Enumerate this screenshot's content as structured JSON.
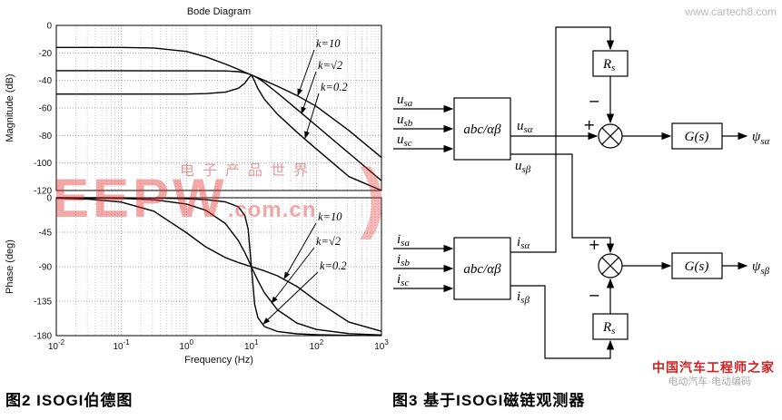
{
  "captions": {
    "fig2": "图2  ISOGI伯德图",
    "fig3": "图3  基于ISOGI磁链观测器"
  },
  "watermarks": {
    "eepw": "EEPW",
    "eepw_suffix": ".com.cn",
    "eepw_cn": "电子产品世界",
    "paren": ")",
    "cartech_url": "www.cartech8.com",
    "cartech_name": "中国汽车工程师之家",
    "cartech_sub": "电动汽车·电动编码",
    "red": "#cf2222",
    "gray": "#ababab"
  },
  "chart_data": {
    "type": "line",
    "title": "Bode Diagram",
    "xlabel": "Frequency (Hz)",
    "x_scale": "log",
    "x_log_exponents": [
      -2,
      -1,
      0,
      1,
      2,
      3
    ],
    "x": [
      -2,
      -1.5,
      -1,
      -0.5,
      0,
      0.3,
      0.6,
      0.8,
      0.9,
      0.95,
      1,
      1.05,
      1.1,
      1.2,
      1.4,
      1.7,
      2,
      2.5,
      3
    ],
    "grid": true,
    "subplots": [
      {
        "ylabel": "Magnitude (dB)",
        "ylim": [
          -120,
          0
        ],
        "yticks": [
          0,
          -20,
          -40,
          -60,
          -80,
          -100,
          -120
        ],
        "series": [
          {
            "name": "k=10",
            "values": [
              -16,
              -16,
              -16,
              -16.4,
              -18.9,
              -22.9,
              -28.1,
              -32,
              -34,
              -35,
              -36,
              -37,
              -38,
              -40,
              -44.2,
              -50.9,
              -58.9,
              -76.4,
              -96
            ]
          },
          {
            "name": "k=√2",
            "values": [
              -32.9,
              -32.9,
              -32.9,
              -33,
              -33,
              -33,
              -33.1,
              -33.6,
              -34.4,
              -35.1,
              -36,
              -37.1,
              -38.4,
              -41.6,
              -49.1,
              -60.9,
              -72.9,
              -92.9,
              -112.9
            ]
          },
          {
            "name": "k=0.2",
            "values": [
              -49.9,
              -49.9,
              -49.9,
              -49.9,
              -49.9,
              -49.6,
              -48.5,
              -45.7,
              -42,
              -38.6,
              -36,
              -40.6,
              -46,
              -53.7,
              -64.5,
              -77.6,
              -89.9,
              -109.9,
              -129.9
            ]
          }
        ]
      },
      {
        "ylabel": "Phase (deg)",
        "ylim": [
          -180,
          0
        ],
        "yticks": [
          0,
          -45,
          -90,
          -135,
          -180
        ],
        "series": [
          {
            "name": "k=10",
            "values": [
              -0.6,
              -1.8,
              -5.7,
              -17.5,
              -45.6,
              -64.3,
              -78.1,
              -84.5,
              -87.3,
              -88.7,
              -90,
              -91.3,
              -92.7,
              -95.4,
              -101.9,
              -115.7,
              -134.7,
              -162.4,
              -174.3
            ]
          },
          {
            "name": "k=√2",
            "values": [
              -0.1,
              -0.3,
              -0.8,
              -2.6,
              -8.2,
              -16.4,
              -33.8,
              -56,
              -71.8,
              -80.7,
              -90,
              -99.3,
              -108.2,
              -124,
              -146.2,
              -163.6,
              -171.9,
              -177.4,
              -179.2
            ]
          },
          {
            "name": "k=0.2",
            "values": [
              0,
              0,
              -0.1,
              -0.4,
              -1.2,
              -2.4,
              -5.4,
              -11.8,
              -23.3,
              -40.9,
              -90,
              -139.1,
              -156.7,
              -168.2,
              -174.6,
              -177.6,
              -178.8,
              -179.6,
              -179.9
            ]
          }
        ]
      }
    ],
    "legend_position": "annotated arrows"
  },
  "diagram": {
    "labels": {
      "u_sa": {
        "base": "u",
        "sub": "sa"
      },
      "u_sb": {
        "base": "u",
        "sub": "sb"
      },
      "u_sc": {
        "base": "u",
        "sub": "sc"
      },
      "i_sa": {
        "base": "i",
        "sub": "sa"
      },
      "i_sb": {
        "base": "i",
        "sub": "sb"
      },
      "i_sc": {
        "base": "i",
        "sub": "sc"
      },
      "u_salpha": {
        "base": "u",
        "sub": "sα"
      },
      "u_sbeta": {
        "base": "u",
        "sub": "sβ"
      },
      "i_salpha": {
        "base": "i",
        "sub": "sα"
      },
      "i_sbeta": {
        "base": "i",
        "sub": "sβ"
      },
      "psi_salpha": {
        "base": "ψ",
        "sub": "sα"
      },
      "psi_sbeta": {
        "base": "ψ",
        "sub": "sβ"
      },
      "abc": "abc/αβ",
      "rs": {
        "base": "R",
        "sub": "s"
      },
      "gs": "G(s)"
    },
    "signs": {
      "plus": "+",
      "minus": "−"
    }
  }
}
